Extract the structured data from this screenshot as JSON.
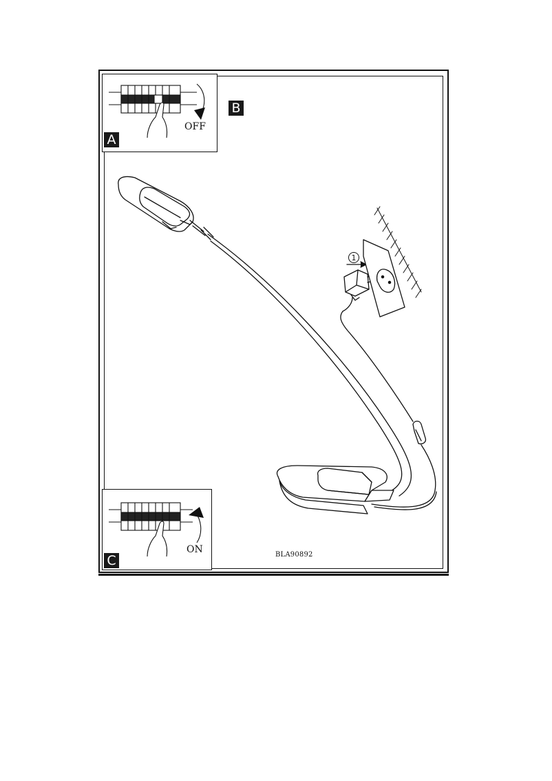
{
  "panels": {
    "a": {
      "badge": "A",
      "switch_state": "OFF"
    },
    "b": {
      "badge": "B"
    },
    "c": {
      "badge": "C",
      "switch_state": "ON"
    }
  },
  "installation_step": "1",
  "model_code": "BLA90892",
  "icons": {
    "breaker": "circuit-breaker-icon",
    "hand": "hand-icon",
    "lamp": "desk-lamp-icon",
    "adapter": "power-adapter-icon",
    "socket": "wall-socket-icon"
  }
}
